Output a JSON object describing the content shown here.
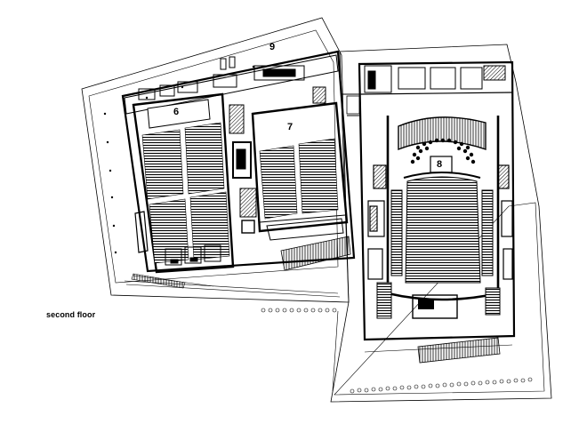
{
  "floor_label": "second floor",
  "rooms": {
    "room_6": "6",
    "room_7": "7",
    "room_8": "8",
    "room_9": "9"
  },
  "colors": {
    "ink": "#000000",
    "paper": "#ffffff",
    "hatch": "#444444"
  }
}
